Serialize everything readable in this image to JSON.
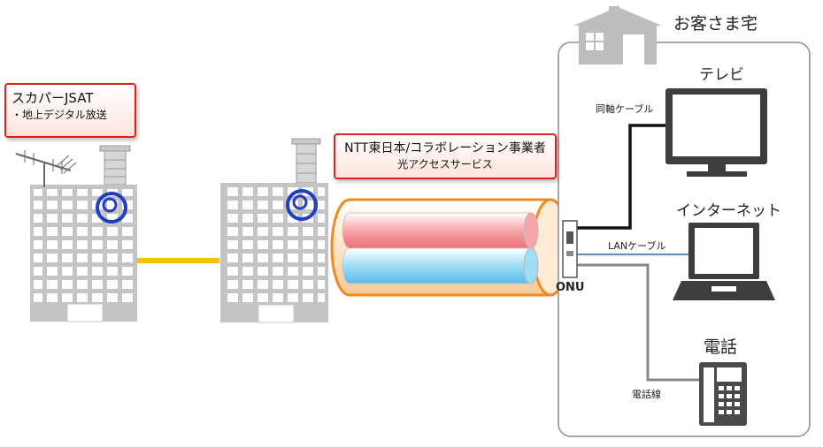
{
  "house": {
    "title": "お客さま宅"
  },
  "providers": {
    "skyperfect": {
      "name": "スカパーJSAT",
      "service": "・地上デジタル放送"
    },
    "ntt": {
      "name": "NTT東日本/コラボレーション事業者",
      "service": "光アクセスサービス"
    }
  },
  "devices": {
    "tv": "テレビ",
    "internet": "インターネット",
    "phone": "電話",
    "onu": "ONU"
  },
  "cables": {
    "coax": "同軸ケーブル",
    "lan": "LANケーブル",
    "phone_line": "電話線"
  },
  "colors": {
    "accent_red": "#e0201c",
    "fiber_orange": "#f08a24",
    "link_yellow": "#ffc000",
    "lan_blue": "#5b8fc9",
    "ring_blue": "#1f3fbf"
  }
}
